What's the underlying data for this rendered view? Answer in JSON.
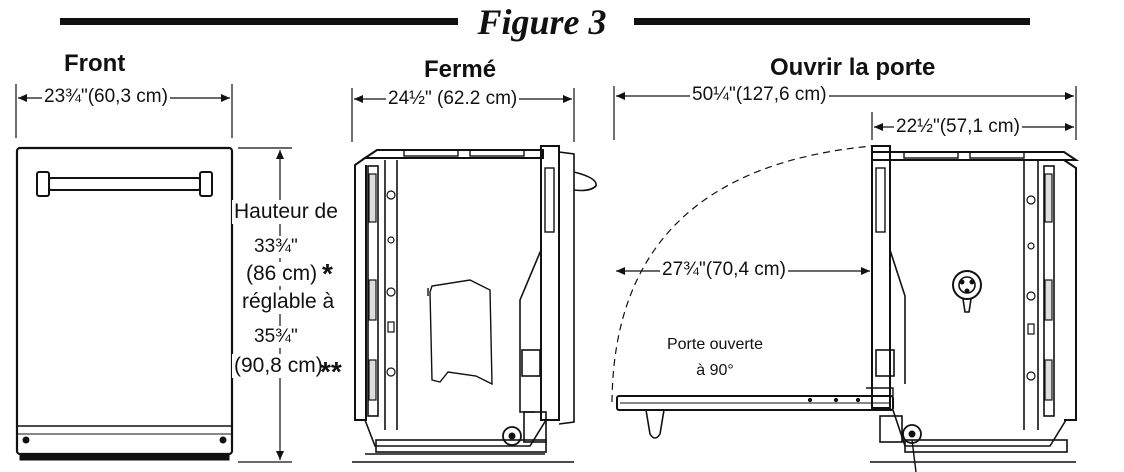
{
  "figure": {
    "title": "Figure 3"
  },
  "views": {
    "front": {
      "heading": "Front",
      "width": "23¾\"(60,3 cm)"
    },
    "closed": {
      "heading": "Fermé",
      "width": "24½\" (62.2 cm)"
    },
    "open": {
      "heading": "Ouvrir la porte",
      "total_depth": "50¼\"(127,6 cm)",
      "cabinet_depth": "22½\"(57,1 cm)",
      "door_depth": "27¾\"(70,4 cm)",
      "door_note_line1": "Porte ouverte",
      "door_note_line2": "à 90°"
    }
  },
  "height": {
    "line1": "Hauteur de",
    "line2": "33¾\"",
    "line3": "(86 cm)",
    "line4": "réglable à",
    "line5": "35¾\"",
    "line6": "(90,8 cm)",
    "single_star": "*",
    "double_star": "**"
  }
}
